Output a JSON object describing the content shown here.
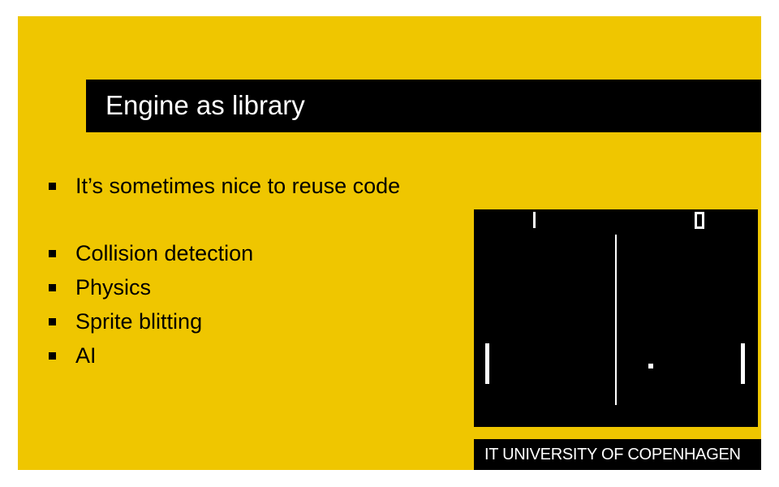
{
  "slide": {
    "title": "Engine as library",
    "bullets": [
      "It’s sometimes nice to reuse code",
      "Collision detection",
      "Physics",
      "Sprite blitting",
      "AI"
    ],
    "footer": "IT UNIVERSITY OF COPENHAGEN"
  },
  "colors": {
    "background": "#efc600",
    "title_bar": "#000000",
    "title_text": "#ffffff",
    "game_screen": "#000000",
    "game_elements": "#ffffff"
  },
  "image": {
    "description_icon": "pong-game-screenshot"
  }
}
